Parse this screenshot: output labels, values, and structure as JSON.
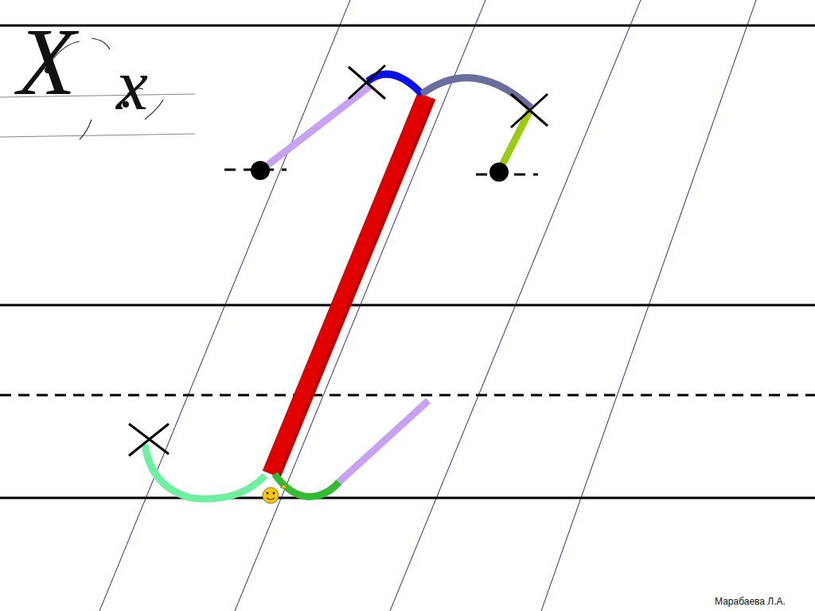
{
  "diagram": {
    "labels": [
      "Х",
      "х",
      "Марабаева Л.А."
    ]
  }
}
